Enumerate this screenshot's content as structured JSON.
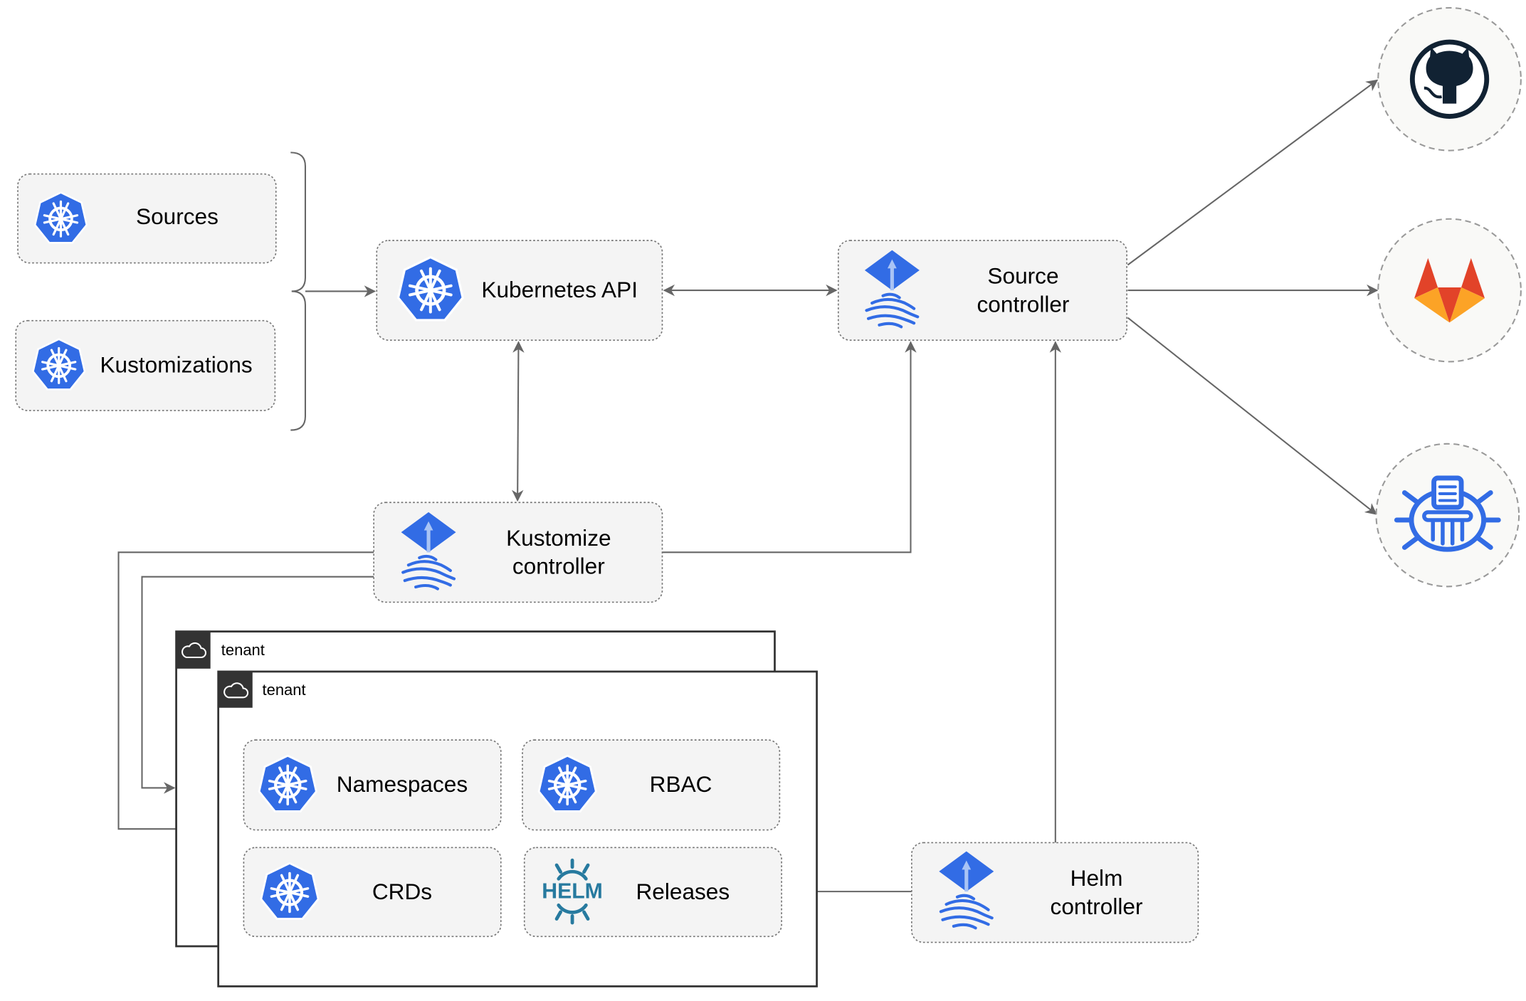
{
  "colors": {
    "kubernetes_blue": "#326ce5",
    "helm_teal": "#277a9f",
    "github_dark": "#112233",
    "gitlab_orange": "#e24329",
    "gitlab_light": "#fca326",
    "edge": "#666666"
  },
  "inputs": {
    "sources": "Sources",
    "kustomizations": "Kustomizations"
  },
  "nodes": {
    "kubernetes_api": "Kubernetes API",
    "source_controller": [
      "Source",
      "controller"
    ],
    "kustomize_controller": [
      "Kustomize",
      "controller"
    ],
    "helm_controller": [
      "Helm",
      "controller"
    ]
  },
  "tenants": [
    {
      "label": "tenant",
      "icon": "cloud-icon"
    },
    {
      "label": "tenant",
      "icon": "cloud-icon"
    }
  ],
  "tenant_resources": {
    "namespaces": "Namespaces",
    "rbac": "RBAC",
    "crds": "CRDs",
    "releases": "Releases",
    "helm_logo": "HELM"
  },
  "external_sources": [
    {
      "icon": "github-icon"
    },
    {
      "icon": "gitlab-icon"
    },
    {
      "icon": "helm-repository-icon"
    }
  ]
}
